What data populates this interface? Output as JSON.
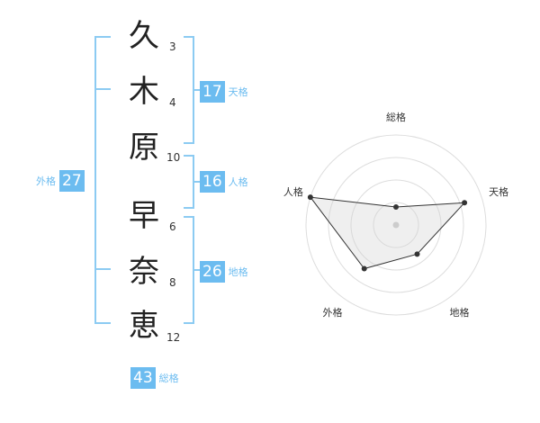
{
  "name": {
    "surname": [
      {
        "char": "久",
        "strokes": "3"
      },
      {
        "char": "木",
        "strokes": "4"
      },
      {
        "char": "原",
        "strokes": "10"
      }
    ],
    "given": [
      {
        "char": "早",
        "strokes": "6"
      },
      {
        "char": "奈",
        "strokes": "8"
      },
      {
        "char": "恵",
        "strokes": "12"
      }
    ]
  },
  "scores": {
    "tenkaku": {
      "value": "17",
      "label": "天格"
    },
    "jinkaku": {
      "value": "16",
      "label": "人格"
    },
    "chikaku": {
      "value": "26",
      "label": "地格"
    },
    "gaikaku": {
      "value": "27",
      "label": "外格"
    },
    "soukaku": {
      "value": "43",
      "label": "総格"
    }
  },
  "chart_data": {
    "type": "radar",
    "axes": [
      "総格",
      "天格",
      "地格",
      "外格",
      "人格"
    ],
    "values": [
      1,
      4,
      2,
      3,
      5
    ],
    "max": 5,
    "rings": 4
  }
}
